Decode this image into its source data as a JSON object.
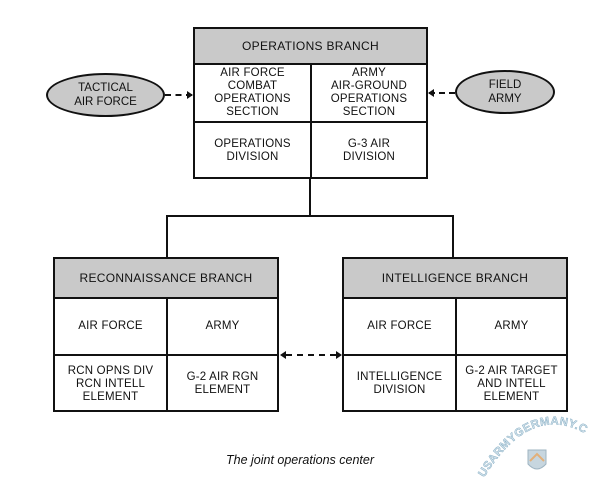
{
  "ops": {
    "header": "OPERATIONS BRANCH",
    "af_section": "AIR FORCE\nCOMBAT\nOPERATIONS\nSECTION",
    "army_section": "ARMY\nAIR-GROUND\nOPERATIONS\nSECTION",
    "ops_division": "OPERATIONS\nDIVISION",
    "g3_division": "G-3 AIR\nDIVISION"
  },
  "tactical_air_force": "TACTICAL\nAIR FORCE",
  "field_army": "FIELD\nARMY",
  "recon": {
    "header": "RECONNAISSANCE BRANCH",
    "air_force": "AIR FORCE",
    "army": "ARMY",
    "rcn_element": "RCN OPNS DIV\nRCN INTELL\nELEMENT",
    "g2_rgn": "G-2 AIR RGN\nELEMENT"
  },
  "intel": {
    "header": "INTELLIGENCE BRANCH",
    "air_force": "AIR FORCE",
    "army": "ARMY",
    "intel_division": "INTELLIGENCE\nDIVISION",
    "g2_target": "G-2 AIR TARGET\nAND INTELL\nELEMENT"
  },
  "caption": "The joint operations center",
  "watermark_text": "USARMYGERMANY.COM",
  "colors": {
    "header_fill": "#c9c9c9",
    "line": "#111111"
  }
}
